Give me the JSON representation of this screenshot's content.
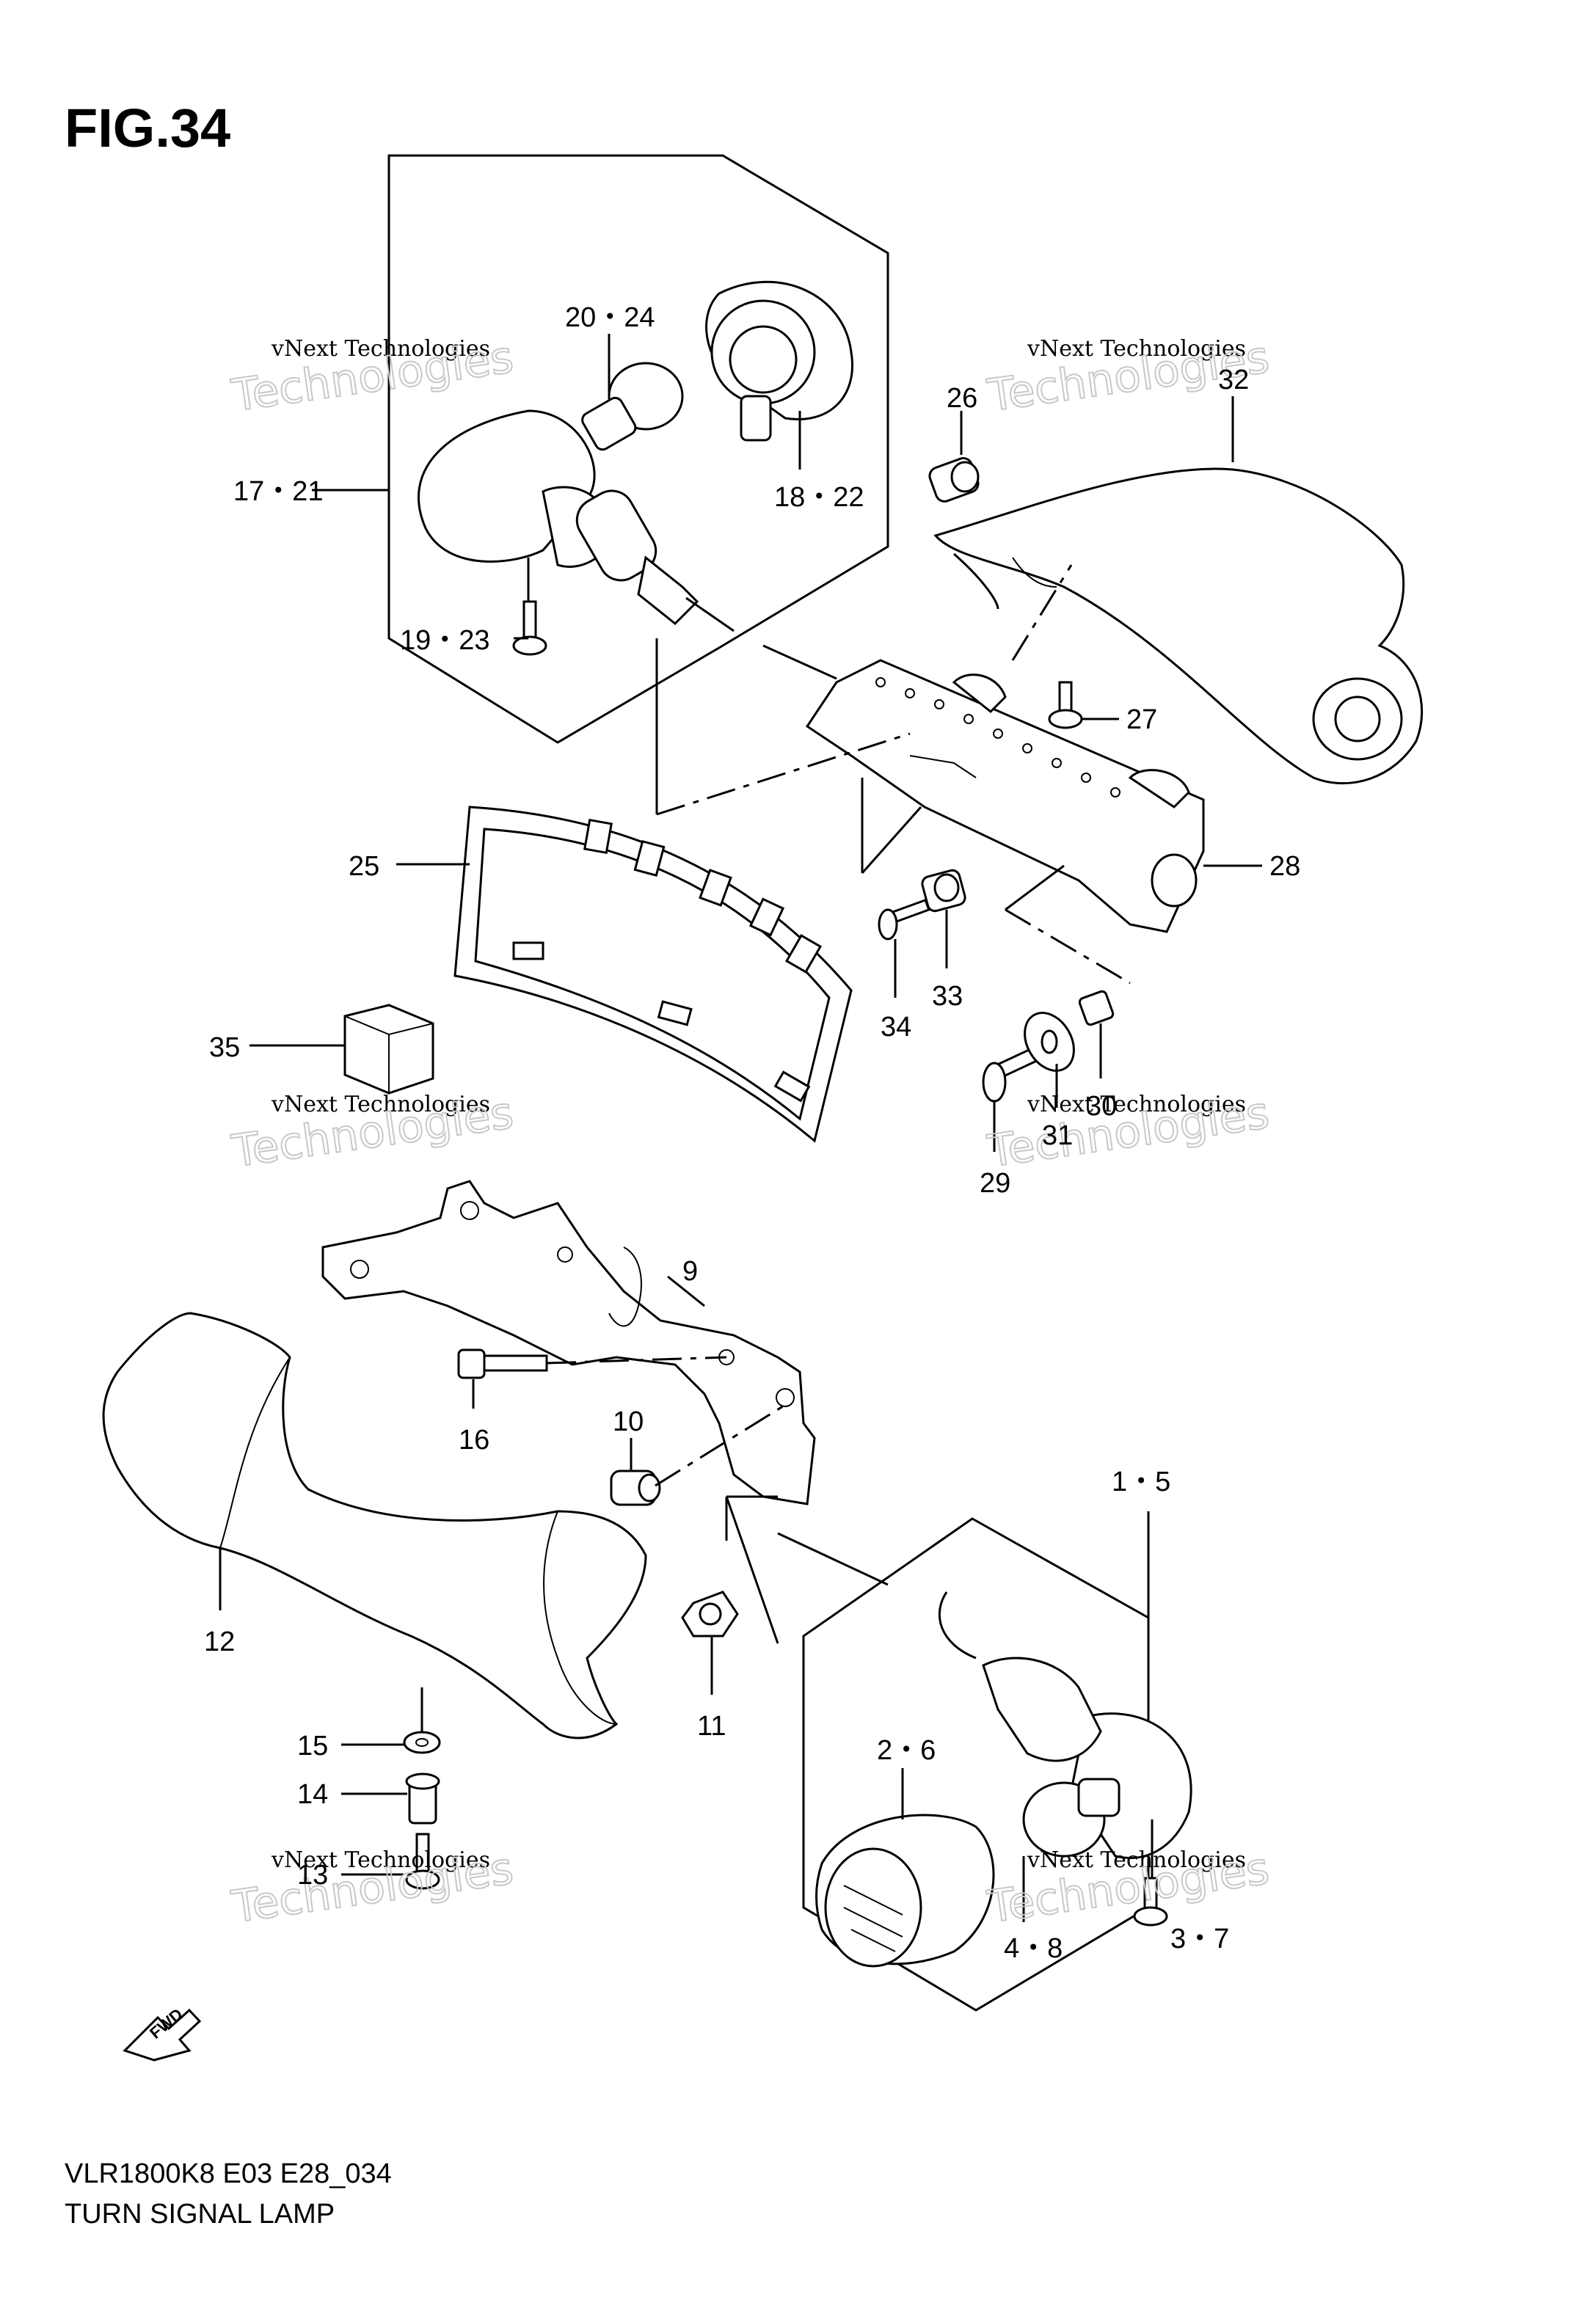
{
  "figure_title": "FIG.34",
  "footer": {
    "model_code": "VLR1800K8 E03 E28_034",
    "section_title": "TURN SIGNAL LAMP"
  },
  "fwd_badge": "FWD",
  "watermark": {
    "line1": "vNext Technologies",
    "line2": "Technologies"
  },
  "callouts": {
    "c1_5": "1・5",
    "c2_6": "2・6",
    "c3_7": "3・7",
    "c4_8": "4・8",
    "c9": "9",
    "c10": "10",
    "c11": "11",
    "c12": "12",
    "c13": "13",
    "c14": "14",
    "c15": "15",
    "c16": "16",
    "c17_21": "17・21",
    "c18_22": "18・22",
    "c19_23": "19・23",
    "c20_24": "20・24",
    "c25": "25",
    "c26": "26",
    "c27": "27",
    "c28": "28",
    "c29": "29",
    "c30": "30",
    "c31": "31",
    "c32": "32",
    "c33": "33",
    "c34": "34",
    "c35": "35"
  }
}
